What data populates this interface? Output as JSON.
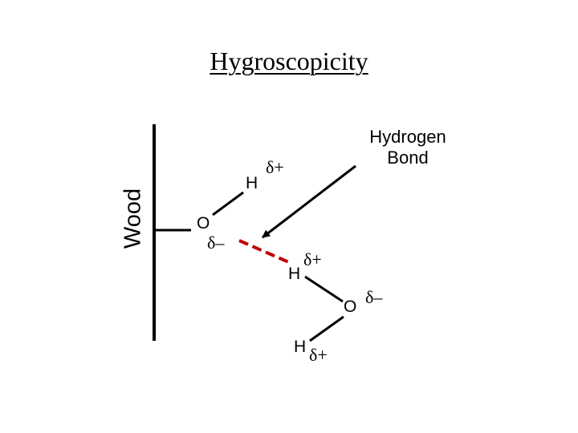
{
  "title": "Hygroscopicity",
  "wood_label": "Wood",
  "hydrogen_bond_label": [
    "Hydrogen",
    "Bond"
  ],
  "atoms": {
    "oxygen_1": "O",
    "oxygen_1_charge": "δ–",
    "hydrogen_1": "H",
    "hydrogen_1_charge": "δ+",
    "hydrogen_2": "H",
    "hydrogen_2_charge": "δ+",
    "oxygen_2": "O",
    "oxygen_2_charge": "δ–",
    "hydrogen_3": "H",
    "hydrogen_3_charge": "δ+"
  },
  "colors": {
    "hydrogen_bond_dash": "#c00000",
    "lines": "#000000"
  }
}
